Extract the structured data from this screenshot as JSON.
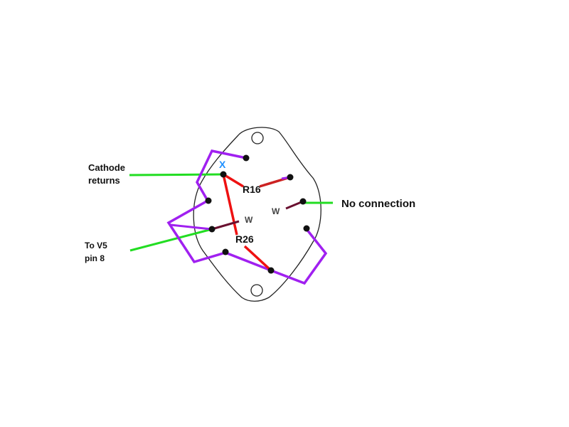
{
  "labels": {
    "cathode_returns_line1": "Cathode",
    "cathode_returns_line2": "returns",
    "to_v5_line1": "To V5",
    "to_v5_line2": "pin 8",
    "no_connection": "No connection",
    "r16": "R16",
    "r26": "R26",
    "w_left": "W",
    "w_right": "W",
    "x_mark": "X"
  },
  "colors": {
    "purple_wire": "#a020f0",
    "green_lead": "#22dd22",
    "red_resistor": "#ee1111",
    "dark_red_resistor": "#cc2222",
    "maroon_wire": "#6a1030",
    "x_mark": "#1e90ff",
    "outline": "#222222",
    "pin": "#111111"
  }
}
